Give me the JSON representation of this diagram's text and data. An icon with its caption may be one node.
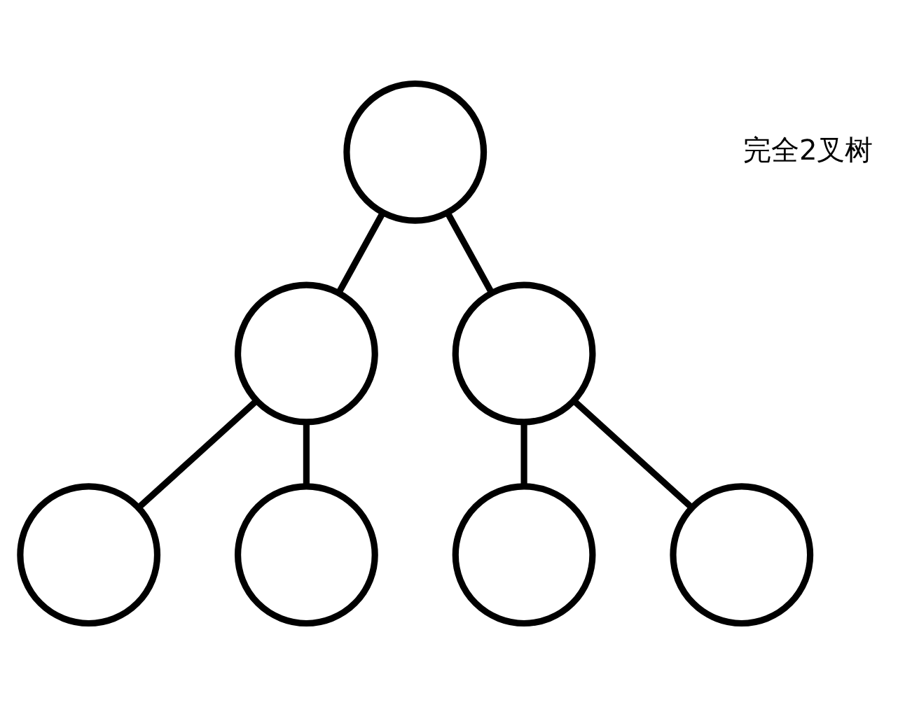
{
  "diagram": {
    "nodes": [
      {
        "text": [],
        "shape": "circle"
      },
      {
        "text": [],
        "shape": "circle"
      },
      {
        "text": [],
        "shape": "circle"
      },
      {
        "text": [],
        "shape": "circle"
      },
      {
        "text": [],
        "shape": "circle"
      },
      {
        "text": [],
        "shape": "circle"
      },
      {
        "text": [],
        "shape": "circle"
      }
    ],
    "edges": [
      {
        "from": 0,
        "to": 1,
        "arrow": "none"
      },
      {
        "from": 0,
        "to": 2,
        "arrow": "none"
      },
      {
        "from": 1,
        "to": 3,
        "arrow": "none"
      },
      {
        "from": 1,
        "to": 4,
        "arrow": "none"
      },
      {
        "from": 2,
        "to": 5,
        "arrow": "none"
      },
      {
        "from": 2,
        "to": 6,
        "arrow": "none"
      }
    ],
    "labels": [
      "完全2叉树"
    ]
  }
}
